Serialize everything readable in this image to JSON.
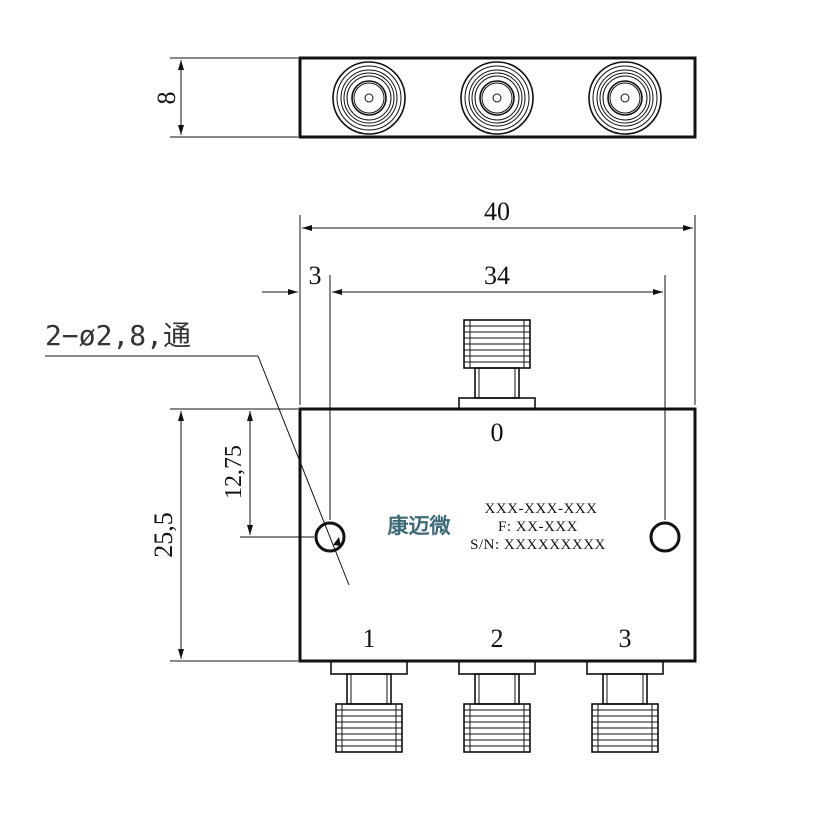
{
  "top_view": {
    "height_dim": "8"
  },
  "front_view": {
    "width_dim": "40",
    "offset_dim": "3",
    "hole_spacing_dim": "34",
    "height_dim": "25,5",
    "hole_height_dim": "12,75",
    "hole_callout": "2−ø2,8,通",
    "ports": {
      "input": "0",
      "out1": "1",
      "out2": "2",
      "out3": "3"
    },
    "marking": {
      "logo": "康迈微",
      "model": "XXX-XXX-XXX",
      "freq": "F: XX-XXX",
      "serial": "S/N: XXXXXXXXX"
    }
  }
}
